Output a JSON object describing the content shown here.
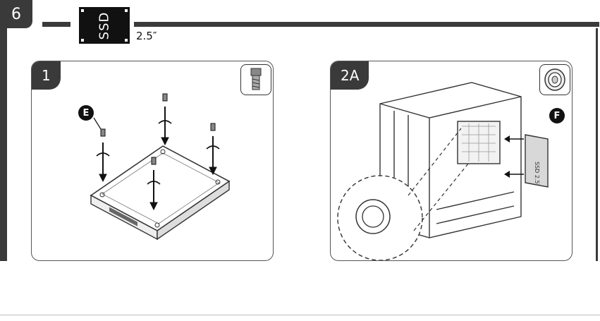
{
  "step": {
    "number": "6"
  },
  "header": {
    "ssd_label": "SSD",
    "size_label": "2.5″"
  },
  "panels": [
    {
      "tag": "1",
      "marker": "E"
    },
    {
      "tag": "2A",
      "marker": "F",
      "drive_label": "SSD 2.5″"
    }
  ],
  "icons": {
    "panel1": "screw-icon",
    "panel2": "rubber-grommet-icon"
  }
}
